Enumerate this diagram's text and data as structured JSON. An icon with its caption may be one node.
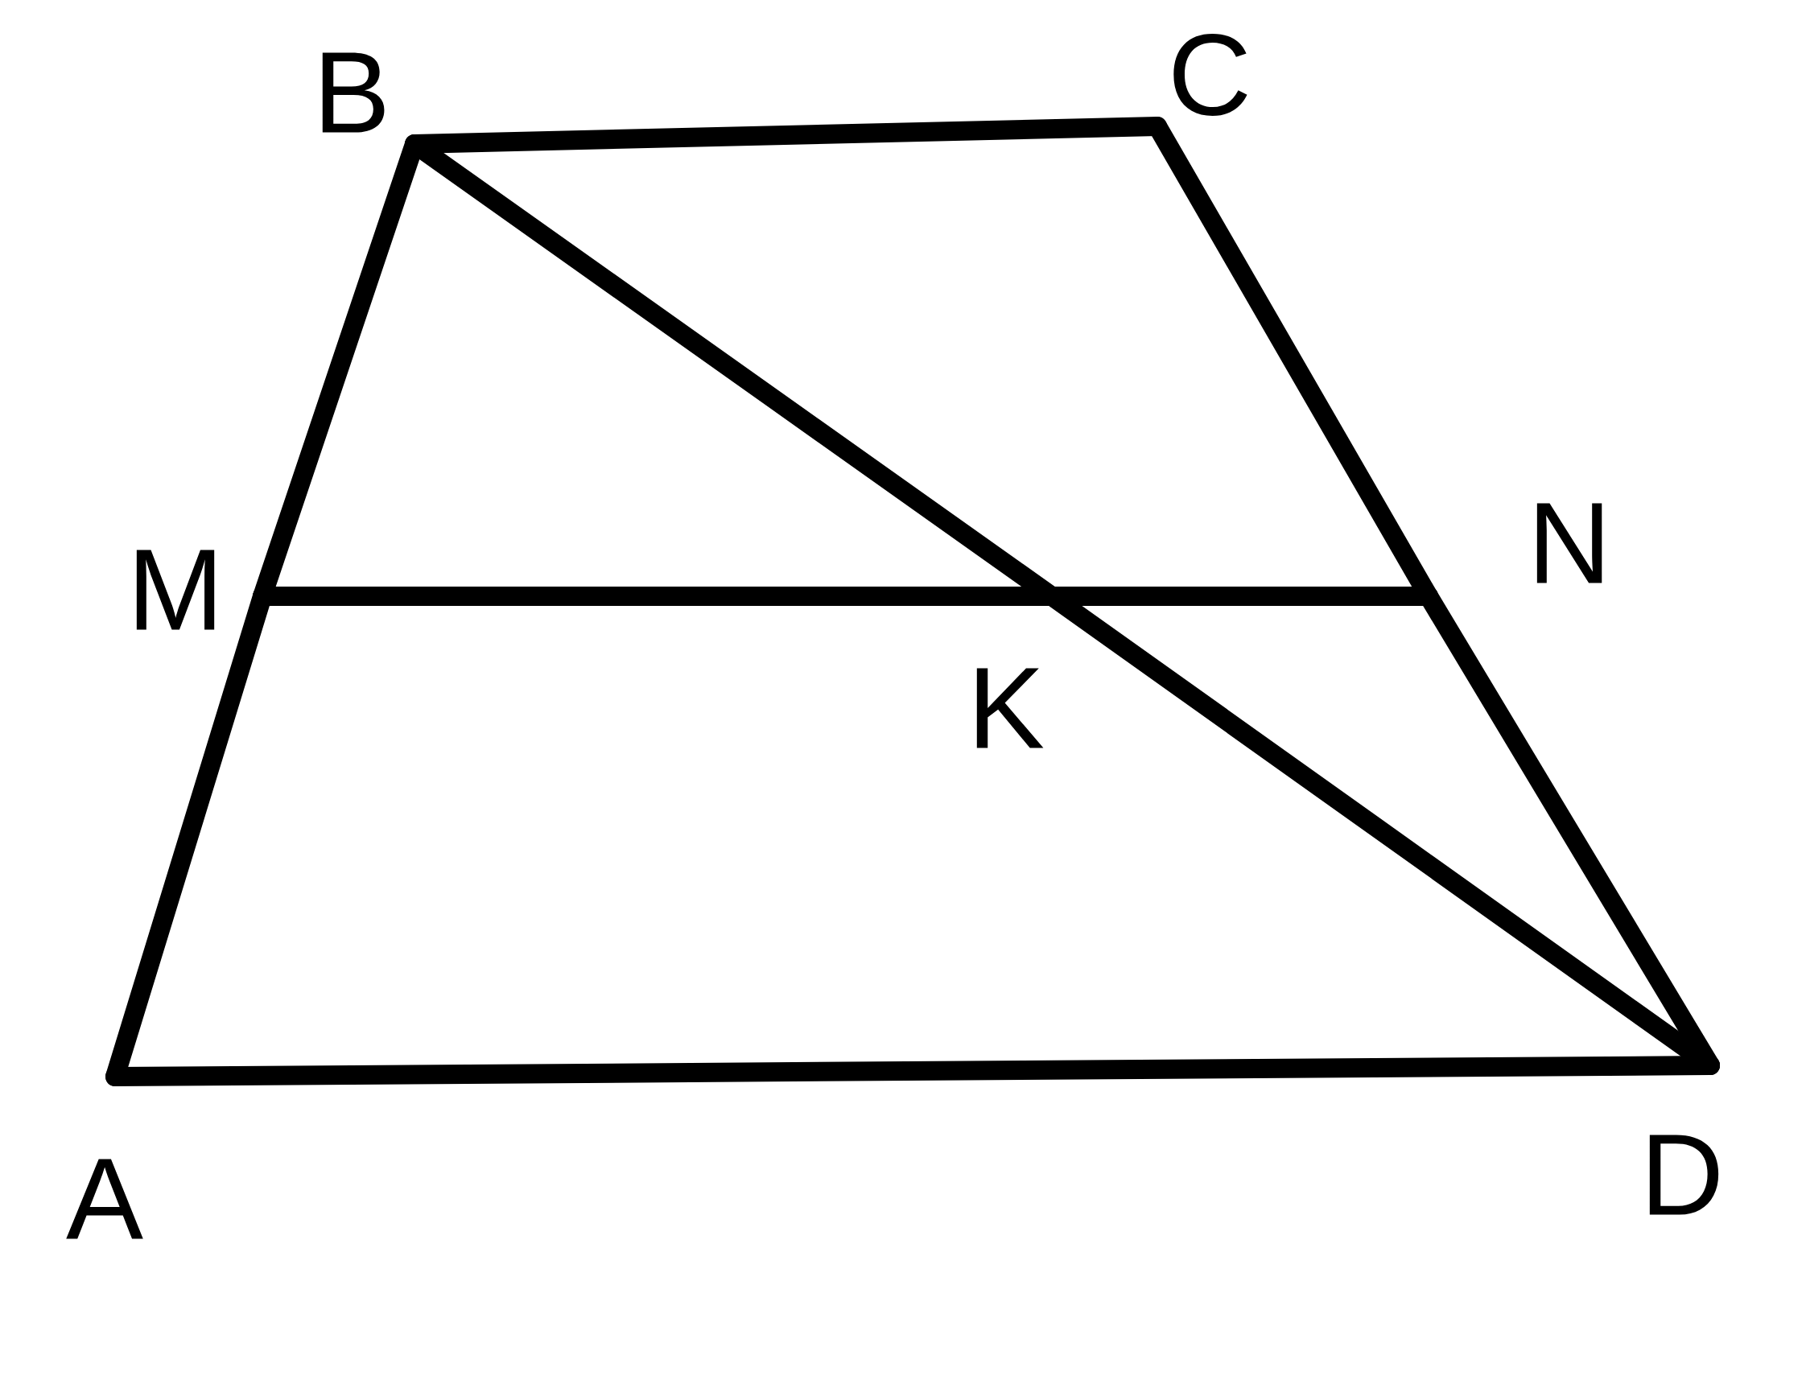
{
  "diagram": {
    "nodes": [
      {
        "text": [
          "B"
        ]
      },
      {
        "text": [
          "C"
        ]
      },
      {
        "text": [
          "N"
        ]
      },
      {
        "text": [
          "M"
        ]
      },
      {
        "text": [
          "K"
        ]
      },
      {
        "text": [
          "A"
        ]
      },
      {
        "text": [
          "D"
        ]
      }
    ],
    "edges": [
      {
        "from": 5,
        "to": 3,
        "arrow": "none"
      },
      {
        "from": 3,
        "to": 0,
        "arrow": "none"
      },
      {
        "from": 0,
        "to": 1,
        "arrow": "none"
      },
      {
        "from": 1,
        "to": 2,
        "arrow": "none"
      },
      {
        "from": 2,
        "to": 6,
        "arrow": "none"
      },
      {
        "from": 6,
        "to": 5,
        "arrow": "none"
      },
      {
        "from": 0,
        "to": 4,
        "arrow": "none"
      },
      {
        "from": 4,
        "to": 6,
        "arrow": "none"
      },
      {
        "from": 3,
        "to": 4,
        "arrow": "none"
      },
      {
        "from": 4,
        "to": 2,
        "arrow": "none"
      }
    ]
  }
}
